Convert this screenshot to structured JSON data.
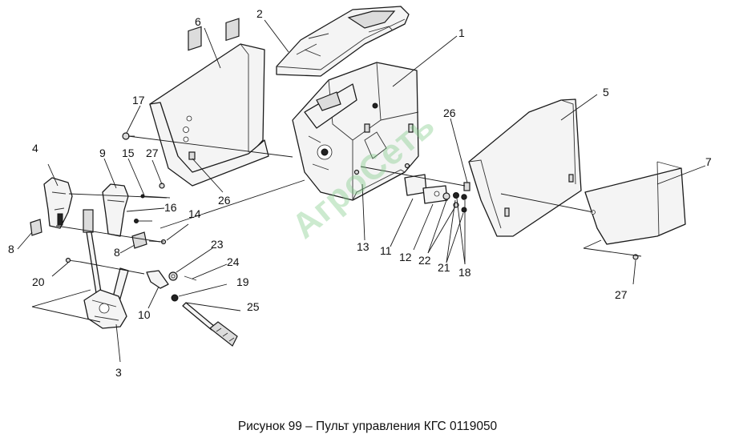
{
  "caption": "Рисунок 99 – Пульт управления КГС 0119050",
  "watermark": "АгроСеть",
  "colors": {
    "line": "#1a1a1a",
    "fill": "#f4f4f4",
    "watermark": "#78c882"
  },
  "callouts": {
    "n1": "1",
    "n2": "2",
    "n3": "3",
    "n4": "4",
    "n5": "5",
    "n6": "6",
    "n7": "7",
    "n8a": "8",
    "n8b": "8",
    "n9": "9",
    "n10": "10",
    "n11": "11",
    "n12": "12",
    "n13": "13",
    "n14": "14",
    "n15": "15",
    "n16": "16",
    "n17": "17",
    "n18": "18",
    "n19": "19",
    "n20": "20",
    "n21": "21",
    "n22": "22",
    "n23": "23",
    "n24": "24",
    "n25": "25",
    "n26a": "26",
    "n26b": "26",
    "n27a": "27",
    "n27b": "27"
  }
}
